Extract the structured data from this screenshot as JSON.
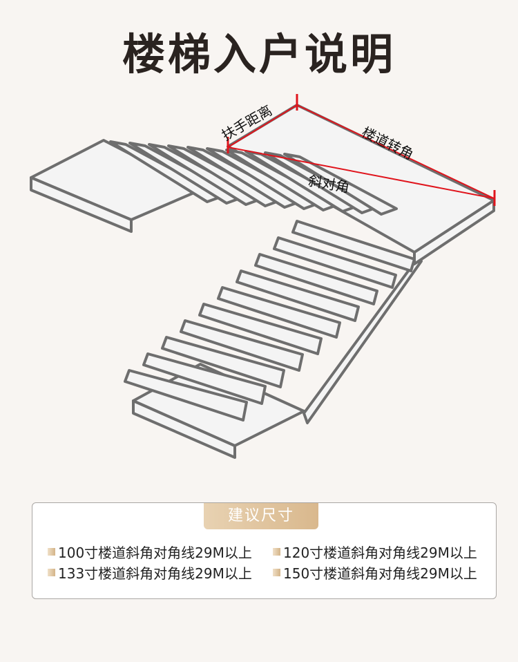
{
  "title": "楼梯入户说明",
  "diagram": {
    "labels": {
      "handrail": "扶手距离",
      "turn": "楼道转角",
      "diagonal": "斜对角"
    },
    "colors": {
      "measure": "#e0141c",
      "outline": "#6e6e6e",
      "fill": "#f4f4f4"
    }
  },
  "suggestion": {
    "heading": "建议尺寸",
    "items": [
      "100寸楼道斜角对角线29M以上",
      "120寸楼道斜角对角线29M以上",
      "133寸楼道斜角对角线29M以上",
      "150寸楼道斜角对角线29M以上"
    ]
  }
}
